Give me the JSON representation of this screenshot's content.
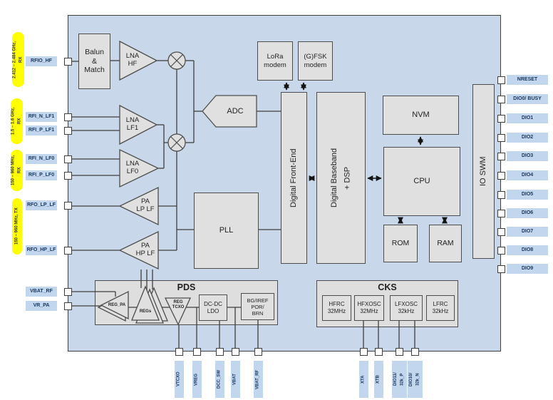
{
  "colors": {
    "chip_bg": "#c8d7e9",
    "block_fill": "#e0e0e0",
    "block_border": "#4d4d4d",
    "pin_label_bg": "#c2d6ee",
    "pin_label_text": "#17375e",
    "band_bg": "#ffff00",
    "line": "#3f3f3f"
  },
  "bands": [
    {
      "label": "2.412 – 2.484 GHz,\nRX"
    },
    {
      "label": "1.5 – 1.6 GHz,\nRX"
    },
    {
      "label": "150 – 960 MHz,\nRX"
    },
    {
      "label": "150 – 960 MHz, TX"
    }
  ],
  "left_pins": [
    "RFIO_HF",
    "RFI_N_LF1",
    "RFI_P_LF1",
    "RFI_N_LF0",
    "RFI_P_LF0",
    "RFO_LP_LF",
    "RFO_HP_LF",
    "VBAT_RF",
    "VR_PA"
  ],
  "right_pins": [
    "NRESET",
    "DIO0/ BUSY",
    "DIO1",
    "DIO2",
    "DIO3",
    "DIO4",
    "DIO5",
    "DIO6",
    "DIO7",
    "DIO8",
    "DIO9"
  ],
  "bottom_pins": [
    "VTCXO",
    "VREG",
    "DCC_SW",
    "VBAT",
    "VBAT_RF",
    "XTA",
    "XTB",
    "DIO11/\n32k_P",
    "DIO10/\n32k_N"
  ],
  "blocks": {
    "balun": "Balun\n&\nMatch",
    "lna_hf": "LNA\nHF",
    "lna_lf1": "LNA\nLF1",
    "lna_lf0": "LNA\nLF0",
    "adc": "ADC",
    "pa_lp": "PA\nLP LF",
    "pa_hp": "PA\nHP LF",
    "pll": "PLL",
    "lora": "LoRa\nmodem",
    "fsk": "(G)FSK\nmodem",
    "dfe": "Digital Front-End",
    "dbb": "Digital Baseband\n+ DSP",
    "nvm": "NVM",
    "cpu": "CPU",
    "rom": "ROM",
    "ram": "RAM",
    "io_swm": "IO SWM",
    "pds_title": "PDS",
    "reg_pa": "REG_PA",
    "regs": "REGs",
    "reg_tcxo": "REG\nTCXO",
    "dcdc": "DC-DC\nLDO",
    "bgiref": "BG/IREF\nPOR/\nBRN",
    "cks_title": "CKS",
    "hfrc": "HFRC\n32MHz",
    "hfxosc": "HFXOSC\n32MHz",
    "lfxosc": "LFXOSC\n32kHz",
    "lfrc": "LFRC\n32kHz"
  }
}
